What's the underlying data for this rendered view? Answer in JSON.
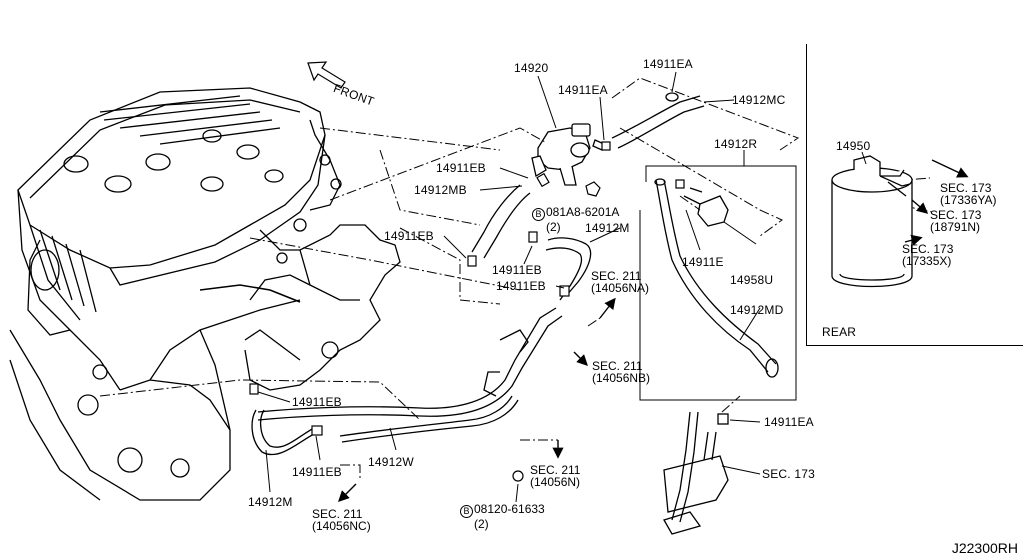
{
  "orientation": {
    "front_label": "FRONT"
  },
  "parts": {
    "p14920": "14920",
    "p14911EA_top": "14911EA",
    "p14911EA_mid": "14911EA",
    "p14912MC": "14912MC",
    "p14912R": "14912R",
    "p14911EB_a": "14911EB",
    "p14912MB": "14912MB",
    "p14911EB_b": "14911EB",
    "p14912M_upper": "14912M",
    "p14911EB_c": "14911EB",
    "p14911EB_d": "14911EB",
    "p14911E": "14911E",
    "p14958U": "14958U",
    "p14912MD": "14912MD",
    "p14911EB_e": "14911EB",
    "p14911EB_f": "14911EB",
    "p14912W": "14912W",
    "p14912M_lower": "14912M",
    "p14911EA_low": "14911EA",
    "p14950": "14950"
  },
  "bolts": {
    "b1_symbol": "B",
    "b1_part": "081A8-6201A",
    "b1_qty": "(2)",
    "b2_symbol": "B",
    "b2_part": "08120-61633",
    "b2_qty": "(2)"
  },
  "sections": {
    "s211_NA_title": "SEC. 211",
    "s211_NA_ref": "(14056NA)",
    "s211_NB_title": "SEC. 211",
    "s211_NB_ref": "(14056NB)",
    "s211_N_title": "SEC. 211",
    "s211_N_ref": "(14056N)",
    "s211_NC_title": "SEC. 211",
    "s211_NC_ref": "(14056NC)",
    "s173_low": "SEC. 173",
    "s173_YA_title": "SEC. 173",
    "s173_YA_ref": "(17336YA)",
    "s173_N_title": "SEC. 173",
    "s173_N_ref": "(18791N)",
    "s173_X_title": "SEC. 173",
    "s173_X_ref": "(17335X)"
  },
  "inset": {
    "label": "REAR"
  },
  "reference_code": "J22300RH"
}
